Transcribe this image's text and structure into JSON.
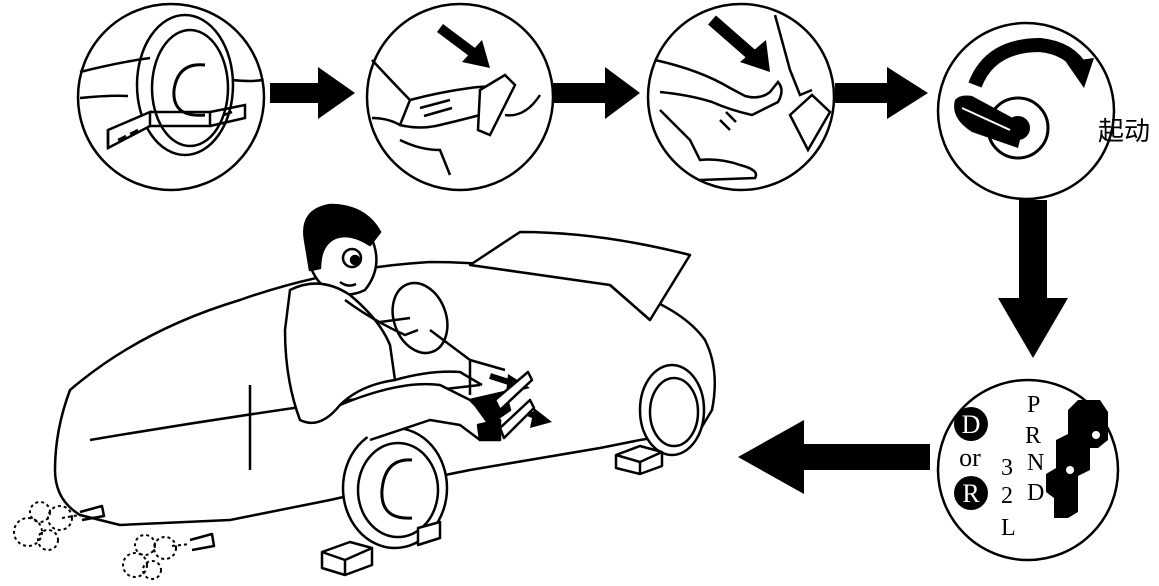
{
  "labels": {
    "start": "起动",
    "or": "or",
    "d_badge": "D",
    "r_badge": "R",
    "gear_p": "P",
    "gear_r": "R",
    "gear_n": "N",
    "gear_3": "3",
    "gear_d": "D",
    "gear_2": "2",
    "gear_l": "L"
  },
  "colors": {
    "ink": "#000000",
    "paper": "#ffffff"
  },
  "icons": {
    "step1": "wheel-chock-icon",
    "step2": "brake-pedal-press-icon",
    "step3": "clutch-pedal-press-icon",
    "step4": "ignition-key-turn-icon",
    "step5": "gear-shift-select-icon"
  }
}
